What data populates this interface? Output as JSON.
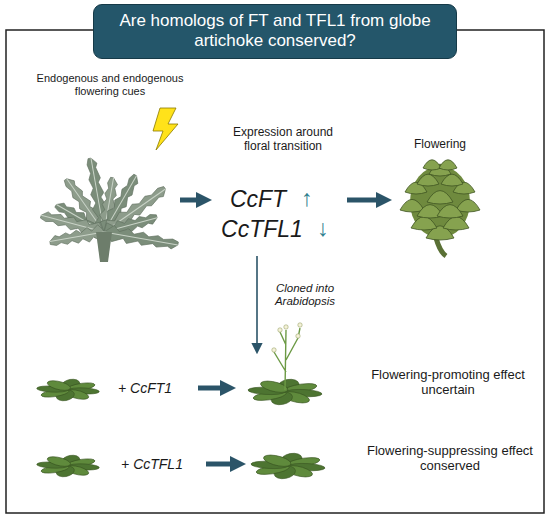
{
  "diagram": {
    "title": "Are homologs of FT and TFL1 from globe artichoke conserved?",
    "labels": [
      "Endogenous and endogenous flowering cues",
      "Expression around floral transition",
      "CcFT",
      "↑",
      "CcTFL1",
      "↓",
      "Flowering",
      "Cloned into Arabidopsis",
      "+ CcFT1",
      "Flowering-promoting effect uncertain",
      "+ CcTFL1",
      "Flowering-suppressing effect conserved"
    ]
  }
}
